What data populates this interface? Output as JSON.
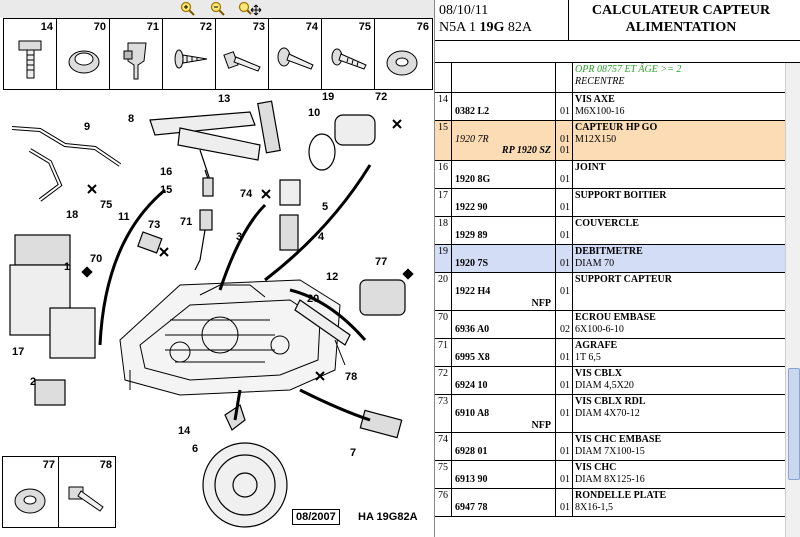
{
  "toolbar": {
    "zoom_in_icon": "zoom-in-icon",
    "zoom_out_icon": "zoom-out-icon",
    "zoom_pan_icon": "zoom-pan-icon"
  },
  "parts_strip": [
    "14",
    "70",
    "71",
    "72",
    "73",
    "74",
    "75",
    "76"
  ],
  "parts_bottom": [
    "77",
    "78"
  ],
  "callouts": [
    "9",
    "8",
    "13",
    "10",
    "19",
    "72",
    "16",
    "15",
    "75",
    "74",
    "5",
    "18",
    "11",
    "73",
    "71",
    "3",
    "4",
    "70",
    "1",
    "77",
    "12",
    "20",
    "17",
    "2",
    "78",
    "14",
    "6",
    "7"
  ],
  "diagram_ref": {
    "date": "08/2007",
    "code": "HA 19G82A"
  },
  "header": {
    "date": "08/10/11",
    "code_a": "N5A 1 ",
    "code_b": "19G",
    "code_c": " 82A",
    "title_line1": "CALCULATEUR CAPTEUR",
    "title_line2": "ALIMENTATION"
  },
  "rows": [
    {
      "idx": "",
      "ref": "",
      "qty": "",
      "d1": "OPR 08757 ET ÂGE >= 2",
      "d2": "RECENTRE"
    },
    {
      "idx": "14",
      "ref": "0382 L2",
      "qty": "01",
      "d1": "VIS AXE",
      "d2": "M6X100-16"
    },
    {
      "idx": "15",
      "ref": "1920 7R",
      "qty": "01",
      "d1": "CAPTEUR HP GO",
      "d2": "M12X150",
      "ref2": "RP 1920 SZ",
      "qty2": "01"
    },
    {
      "idx": "16",
      "ref": "1920 8G",
      "qty": "01",
      "d1": "JOINT",
      "d2": ""
    },
    {
      "idx": "17",
      "ref": "1922 90",
      "qty": "01",
      "d1": "SUPPORT BOITIER",
      "d2": ""
    },
    {
      "idx": "18",
      "ref": "1929 89",
      "qty": "01",
      "d1": "COUVERCLE",
      "d2": ""
    },
    {
      "idx": "19",
      "ref": "1920 7S",
      "qty": "01",
      "d1": "DEBITMETRE",
      "d2": "DIAM 70"
    },
    {
      "idx": "20",
      "ref": "1922 H4",
      "qty": "01",
      "d1": "SUPPORT CAPTEUR",
      "d2": "",
      "nfp": "NFP"
    },
    {
      "idx": "70",
      "ref": "6936 A0",
      "qty": "02",
      "d1": "ECROU EMBASE",
      "d2": "6X100-6-10"
    },
    {
      "idx": "71",
      "ref": "6995 X8",
      "qty": "01",
      "d1": "AGRAFE",
      "d2": "1T 6,5"
    },
    {
      "idx": "72",
      "ref": "6924 10",
      "qty": "01",
      "d1": "VIS CBLX",
      "d2": "DIAM 4,5X20"
    },
    {
      "idx": "73",
      "ref": "6910 A8",
      "qty": "01",
      "d1": "VIS CBLX RDL",
      "d2": "DIAM 4X70-12",
      "nfp": "NFP"
    },
    {
      "idx": "74",
      "ref": "6928 01",
      "qty": "01",
      "d1": "VIS CHC EMBASE",
      "d2": "DIAM 7X100-15"
    },
    {
      "idx": "75",
      "ref": "6913 90",
      "qty": "01",
      "d1": "VIS CHC",
      "d2": "DIAM 8X125-16"
    },
    {
      "idx": "76",
      "ref": "6947 78",
      "qty": "01",
      "d1": "RONDELLE PLATE",
      "d2": "8X16-1,5"
    }
  ]
}
